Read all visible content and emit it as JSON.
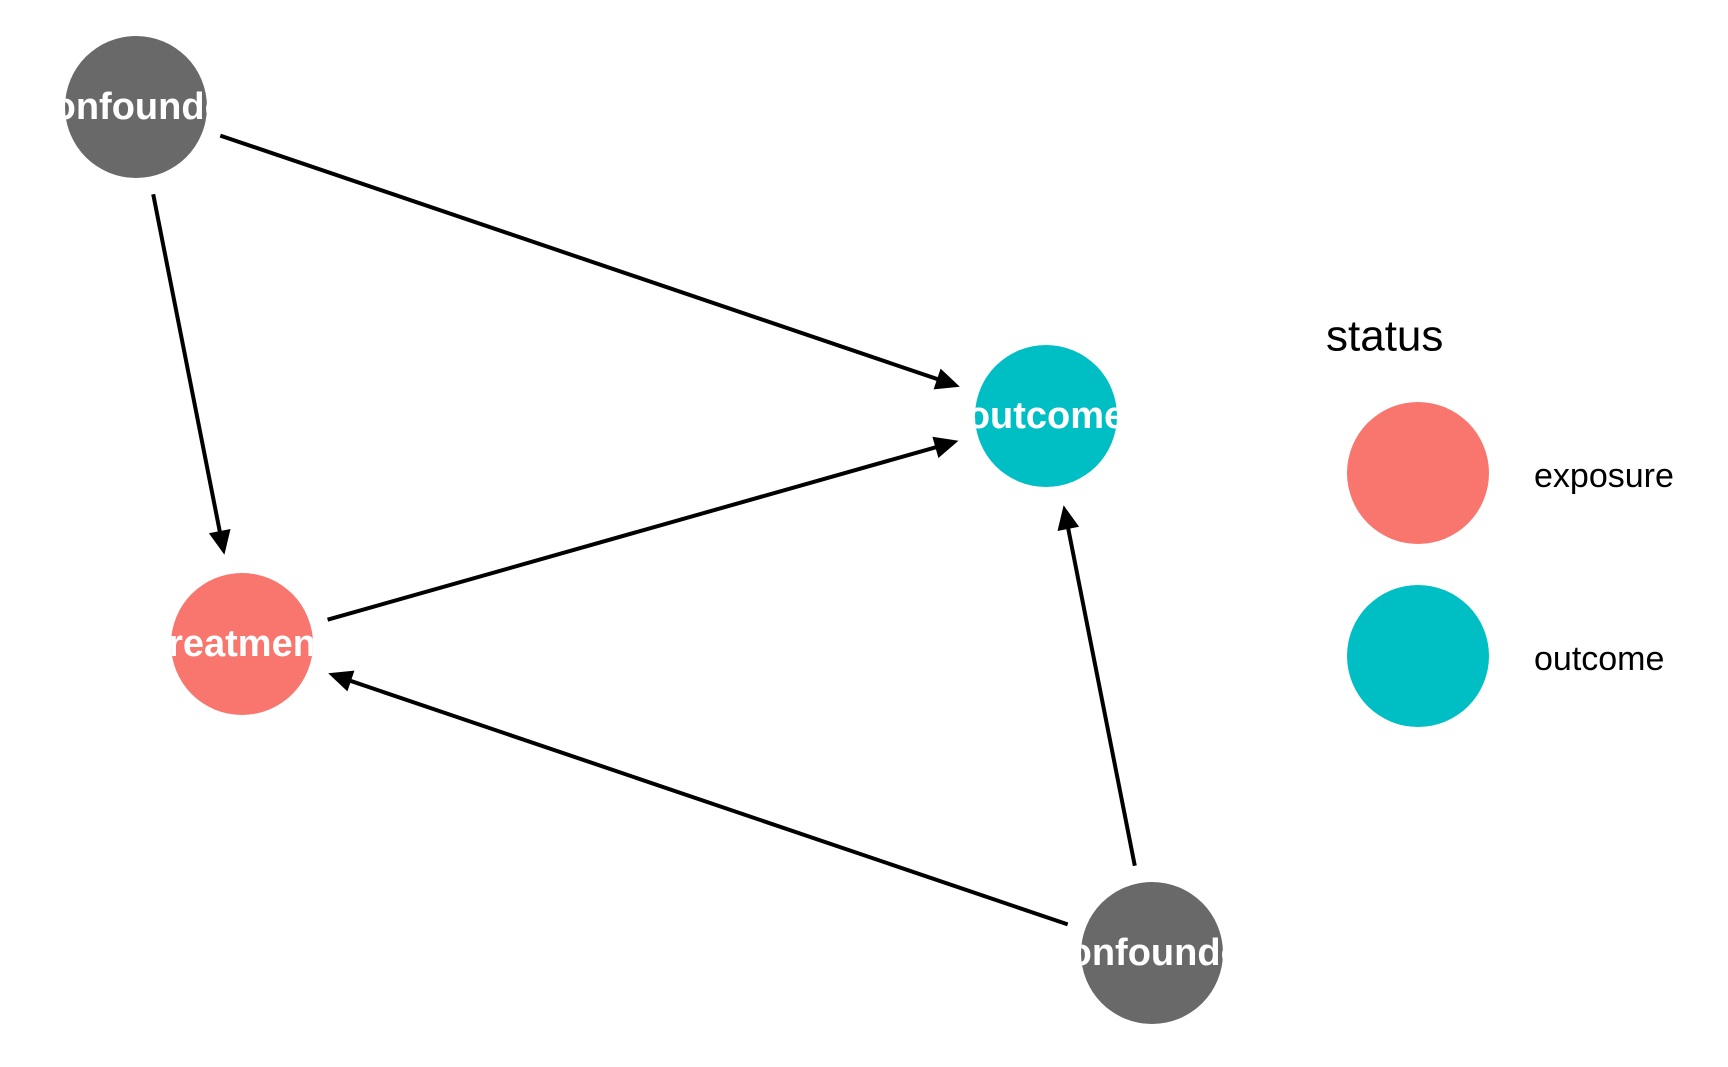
{
  "colors": {
    "exposure": "#F8766D",
    "outcome": "#00BFC4",
    "unlabeled": "#696969",
    "edge": "#000000",
    "node_text": "#FFFFFF"
  },
  "nodes": [
    {
      "id": "confounder_1",
      "label": "confounder",
      "status": null
    },
    {
      "id": "treatment",
      "label": "treatment",
      "status": "exposure"
    },
    {
      "id": "outcome",
      "label": "outcome",
      "status": "outcome"
    },
    {
      "id": "confounder_2",
      "label": "confounder",
      "status": null
    }
  ],
  "edges": [
    {
      "from": "confounder_1",
      "to": "treatment"
    },
    {
      "from": "confounder_1",
      "to": "outcome"
    },
    {
      "from": "treatment",
      "to": "outcome"
    },
    {
      "from": "confounder_2",
      "to": "treatment"
    },
    {
      "from": "confounder_2",
      "to": "outcome"
    }
  ],
  "legend": {
    "title": "status",
    "items": [
      {
        "key": "exposure",
        "label": "exposure"
      },
      {
        "key": "outcome",
        "label": "outcome"
      }
    ]
  }
}
